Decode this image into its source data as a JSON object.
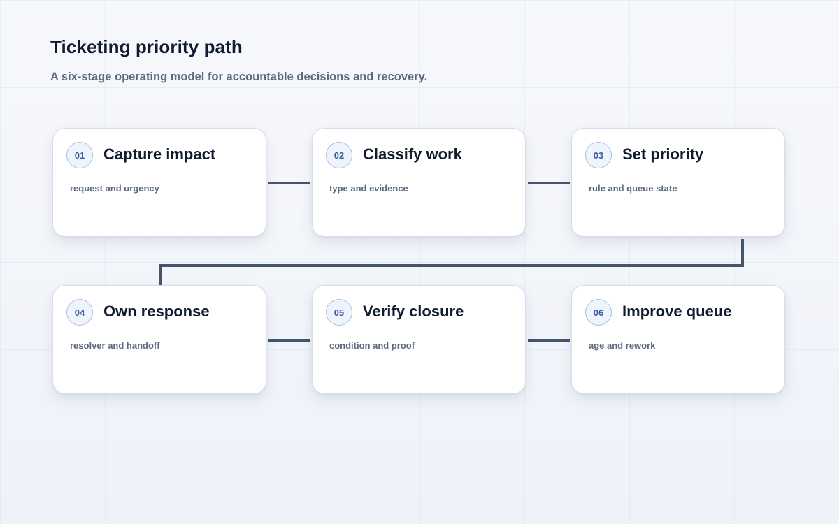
{
  "header": {
    "title": "Ticketing priority path",
    "subtitle": "A six-stage operating model for accountable decisions and recovery."
  },
  "stages": [
    {
      "number": "01",
      "title": "Capture impact",
      "description": "request and urgency"
    },
    {
      "number": "02",
      "title": "Classify work",
      "description": "type and evidence"
    },
    {
      "number": "03",
      "title": "Set priority",
      "description": "rule and queue state"
    },
    {
      "number": "04",
      "title": "Own response",
      "description": "resolver and handoff"
    },
    {
      "number": "05",
      "title": "Verify closure",
      "description": "condition and proof"
    },
    {
      "number": "06",
      "title": "Improve queue",
      "description": "age and rework"
    }
  ],
  "colors": {
    "connector": "#46556b",
    "badge_text": "#3a5fa0",
    "badge_border": "#a9bfe3"
  }
}
